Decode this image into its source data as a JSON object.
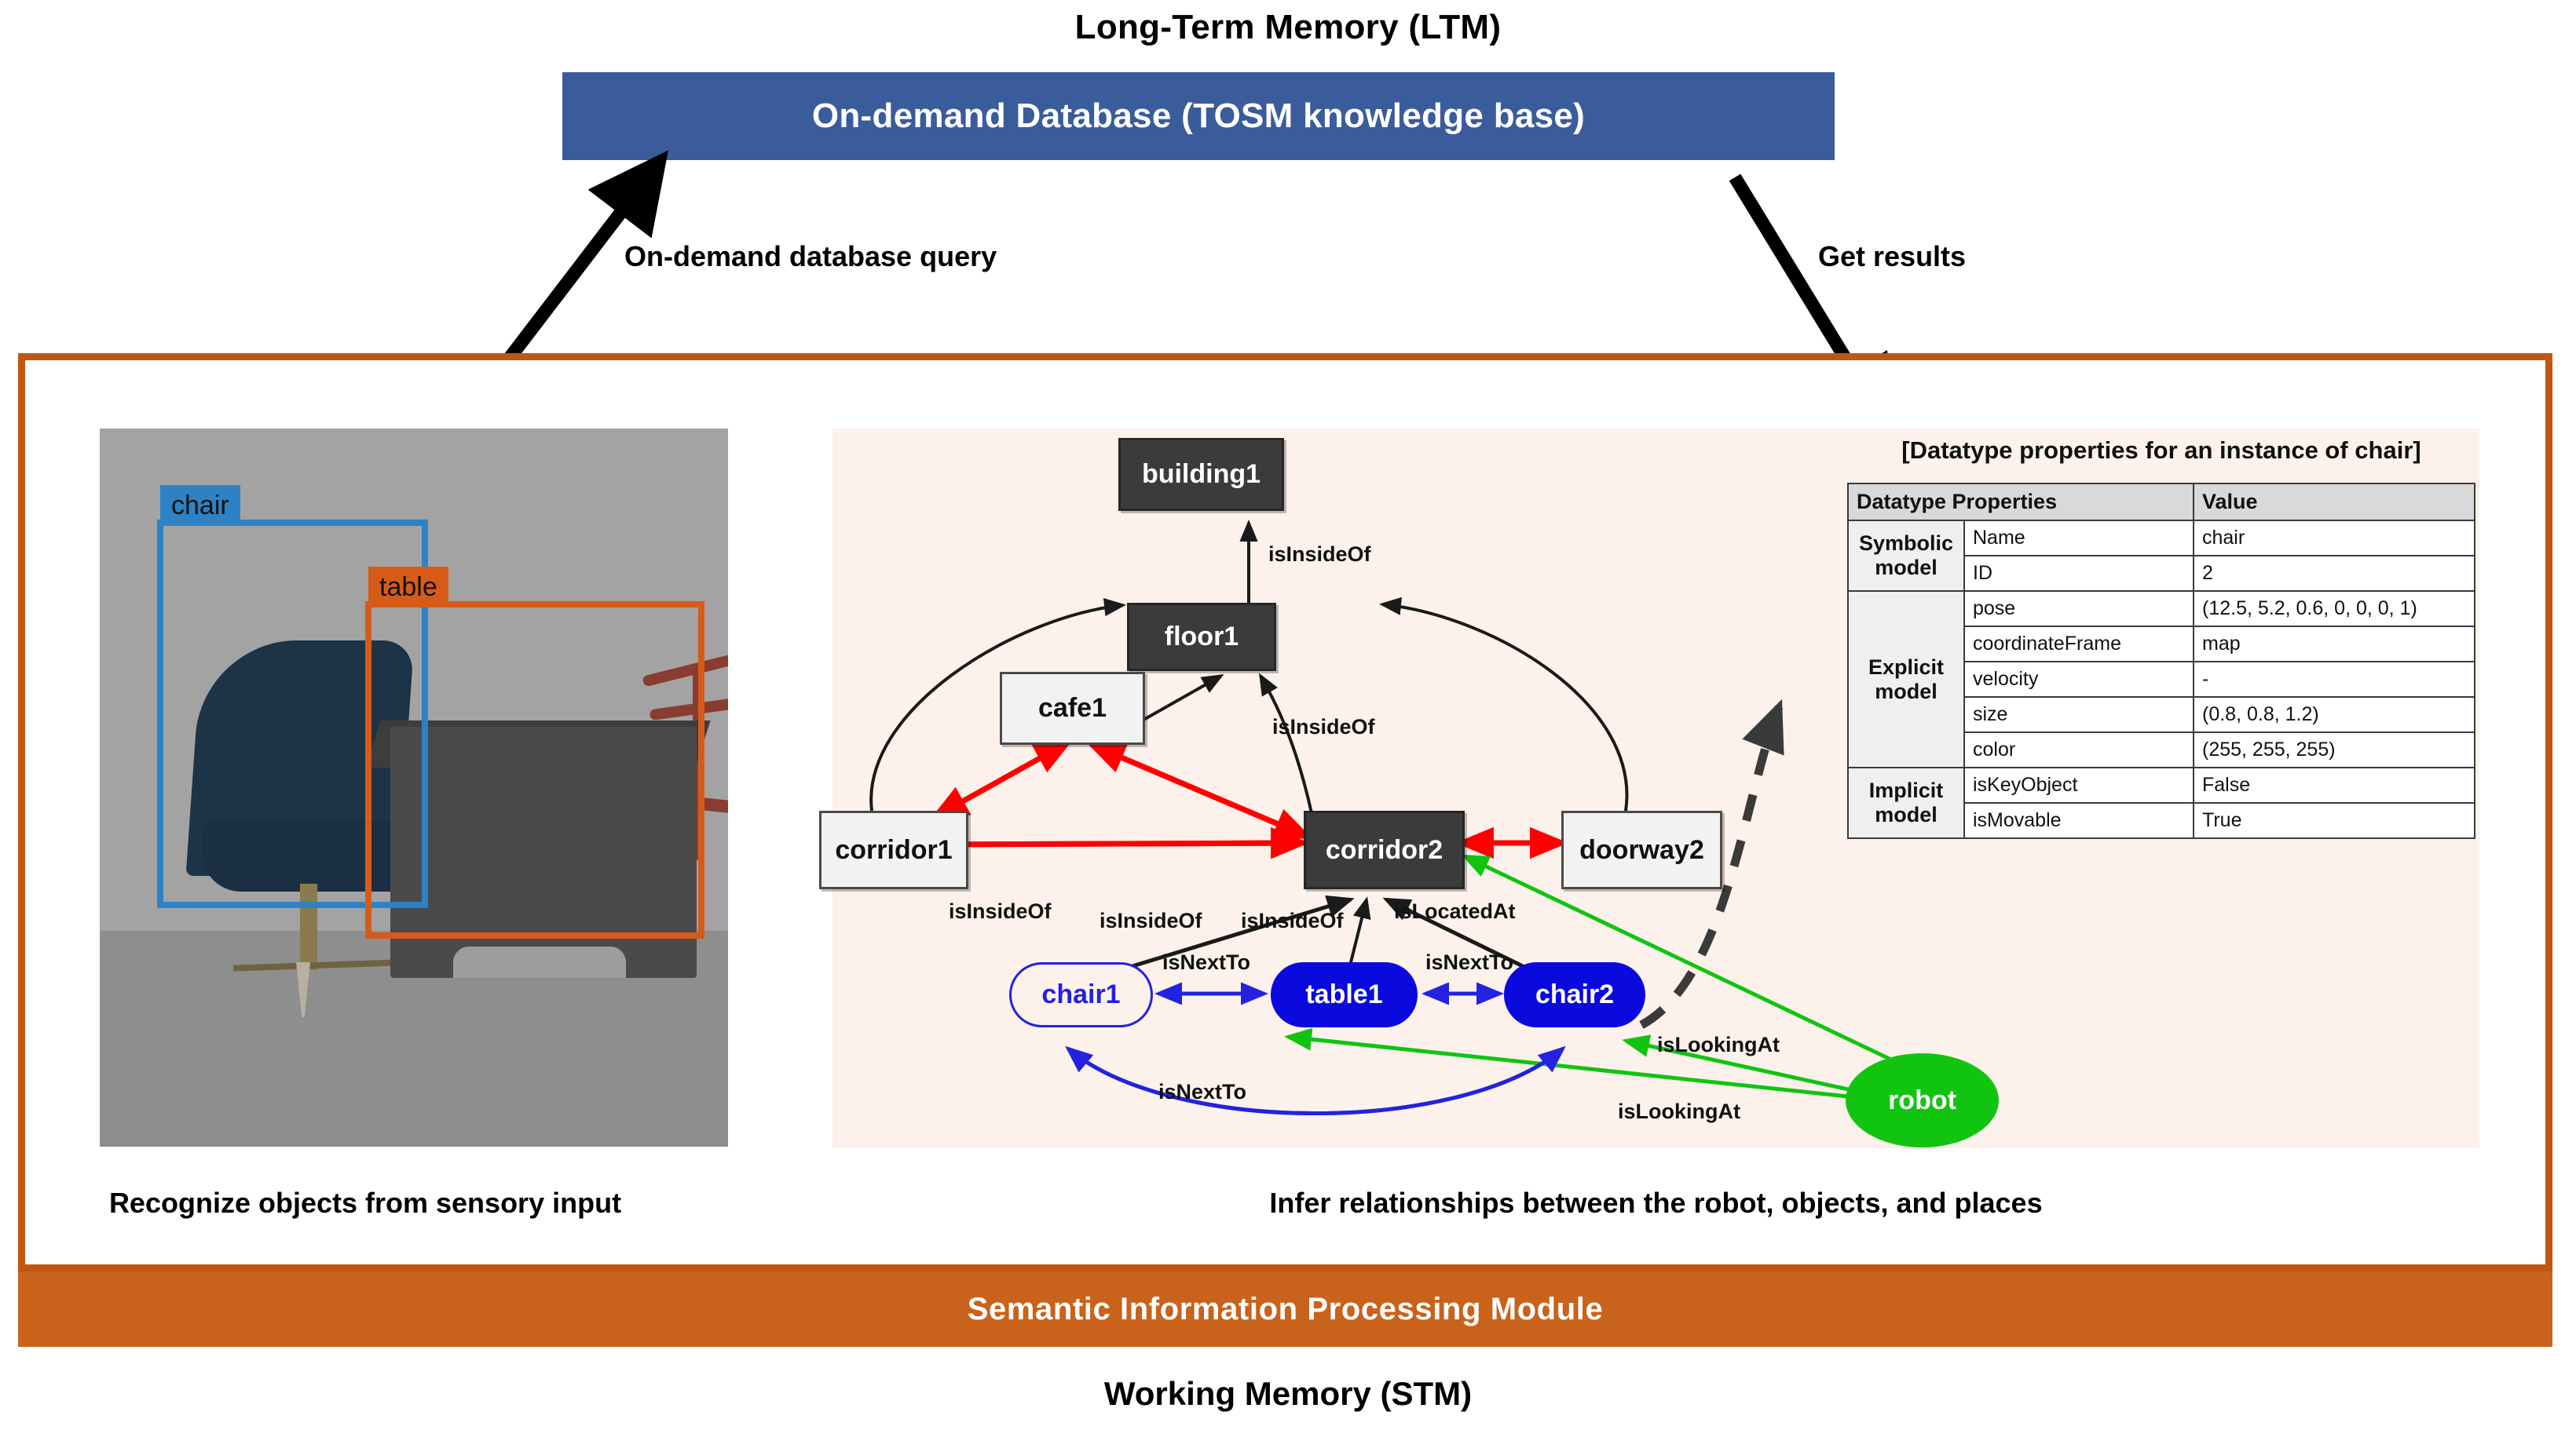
{
  "header": {
    "ltm_title": "Long-Term Memory (LTM)",
    "database_bar": "On-demand Database (TOSM knowledge base)"
  },
  "arrows": {
    "query_label": "On-demand database query",
    "results_label": "Get results"
  },
  "footer": {
    "module_bar": "Semantic Information Processing Module",
    "stm_title": "Working Memory (STM)"
  },
  "captions": {
    "left": "Recognize objects from sensory input",
    "right": "Infer relationships between the robot, objects, and places"
  },
  "photo": {
    "boxes": [
      {
        "label": "chair",
        "color": "#2E82C4"
      },
      {
        "label": "table",
        "color": "#D75B18"
      }
    ]
  },
  "graph": {
    "nodes": [
      {
        "id": "building1",
        "label": "building1",
        "style": "dark"
      },
      {
        "id": "floor1",
        "label": "floor1",
        "style": "dark"
      },
      {
        "id": "cafe1",
        "label": "cafe1",
        "style": "light"
      },
      {
        "id": "corridor1",
        "label": "corridor1",
        "style": "light"
      },
      {
        "id": "corridor2",
        "label": "corridor2",
        "style": "dark"
      },
      {
        "id": "doorway2",
        "label": "doorway2",
        "style": "light"
      },
      {
        "id": "chair1",
        "label": "chair1",
        "style": "blue-outline"
      },
      {
        "id": "table1",
        "label": "table1",
        "style": "blue"
      },
      {
        "id": "chair2",
        "label": "chair2",
        "style": "blue"
      },
      {
        "id": "robot",
        "label": "robot",
        "style": "green"
      }
    ],
    "edge_labels": {
      "floor_building": "isInsideOf",
      "corridor2_floor": "isInsideOf",
      "chair1_corridor2": "isInsideOf",
      "table1_corridor2": "isInsideOf",
      "chair2_corridor2": "isInsideOf",
      "robot_corridor2": "isLocatedAt",
      "chair1_table1": "isNextTo",
      "table1_chair2": "isNextTo",
      "chair2_chair1": "isNextTo",
      "robot_chair2": "isLookingAt",
      "robot_table1": "isLookingAt"
    }
  },
  "properties_panel": {
    "title": "[Datatype properties for an instance of chair]",
    "columns": [
      "Datatype Properties",
      "Value"
    ],
    "groups": [
      {
        "name": "Symbolic model",
        "rows": [
          {
            "property": "Name",
            "value": "chair"
          },
          {
            "property": "ID",
            "value": "2"
          }
        ]
      },
      {
        "name": "Explicit model",
        "rows": [
          {
            "property": "pose",
            "value": "(12.5, 5.2, 0.6, 0, 0, 0, 1)"
          },
          {
            "property": "coordinateFrame",
            "value": "map"
          },
          {
            "property": "velocity",
            "value": "-"
          },
          {
            "property": "size",
            "value": "(0.8, 0.8, 1.2)"
          },
          {
            "property": "color",
            "value": "(255, 255, 255)"
          }
        ]
      },
      {
        "name": "Implicit model",
        "rows": [
          {
            "property": "isKeyObject",
            "value": "False"
          },
          {
            "property": "isMovable",
            "value": "True"
          }
        ]
      }
    ]
  },
  "colors": {
    "database_blue": "#3B5C9B",
    "module_orange": "#C9621A",
    "border_orange": "#C2560E",
    "panel_cream": "#FCF2EB",
    "node_dark": "#3B3B3B",
    "node_light": "#F2F2F2",
    "node_blue": "#0A0ADF",
    "node_green": "#10C410",
    "edge_red": "#FF0000",
    "edge_blue": "#2222E0",
    "edge_green": "#10C410"
  }
}
